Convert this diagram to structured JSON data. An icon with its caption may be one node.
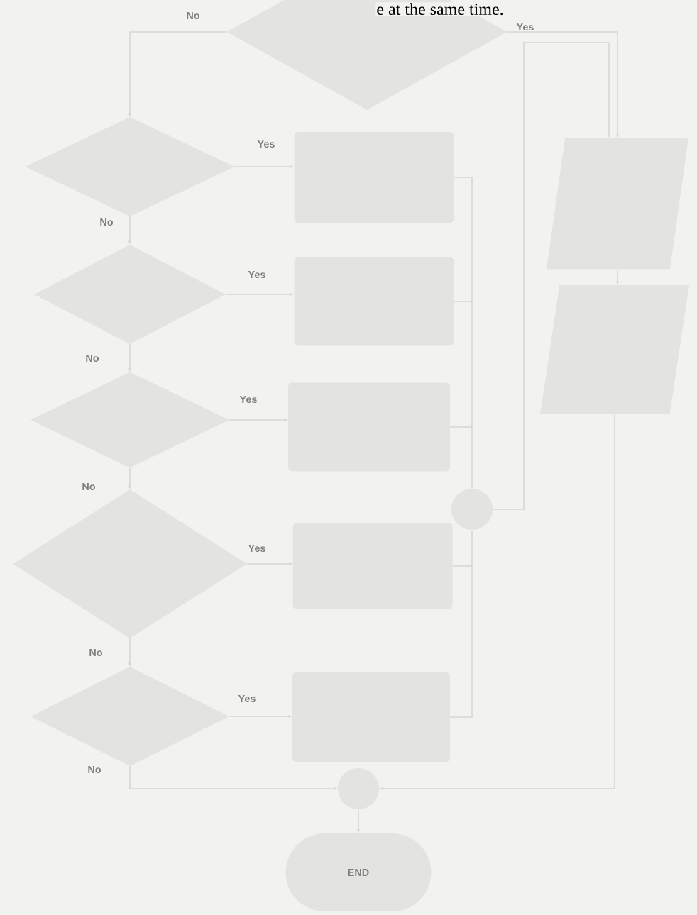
{
  "diagram": {
    "nodes": [
      {
        "text": [],
        "shape": "diamond"
      },
      {
        "text": [],
        "shape": "diamond"
      },
      {
        "text": [],
        "shape": "box"
      },
      {
        "text": [],
        "shape": "diamond"
      },
      {
        "text": [],
        "shape": "box"
      },
      {
        "text": [],
        "shape": "diamond"
      },
      {
        "text": [],
        "shape": "box"
      },
      {
        "text": [],
        "shape": "diamond"
      },
      {
        "text": [],
        "shape": "box"
      },
      {
        "text": [],
        "shape": "diamond"
      },
      {
        "text": [],
        "shape": "box"
      },
      {
        "text": [],
        "shape": "circle"
      },
      {
        "text": [],
        "shape": "parallelogram"
      },
      {
        "text": [],
        "shape": "parallelogram"
      },
      {
        "text": [],
        "shape": "circle"
      },
      {
        "text": [
          "END"
        ]
      }
    ],
    "edges": [
      {
        "from": 0,
        "to": 1,
        "arrow": "to",
        "label": "No"
      },
      {
        "from": 0,
        "to": 12,
        "arrow": "to",
        "label": "Yes"
      },
      {
        "from": 1,
        "to": 2,
        "arrow": "to",
        "label": "Yes"
      },
      {
        "from": 1,
        "to": 3,
        "arrow": "to",
        "label": "No"
      },
      {
        "from": 3,
        "to": 4,
        "arrow": "to",
        "label": "Yes"
      },
      {
        "from": 3,
        "to": 5,
        "arrow": "to",
        "label": "No"
      },
      {
        "from": 5,
        "to": 6,
        "arrow": "to",
        "label": "Yes"
      },
      {
        "from": 5,
        "to": 7,
        "arrow": "to",
        "label": "No"
      },
      {
        "from": 7,
        "to": 8,
        "arrow": "to",
        "label": "Yes"
      },
      {
        "from": 7,
        "to": 9,
        "arrow": "to",
        "label": "No"
      },
      {
        "from": 9,
        "to": 10,
        "arrow": "to",
        "label": "Yes"
      },
      {
        "from": 9,
        "to": 14,
        "arrow": "to",
        "label": "No"
      },
      {
        "from": 2,
        "to": 11,
        "arrow": "to"
      },
      {
        "from": 4,
        "to": 11,
        "arrow": "to"
      },
      {
        "from": 6,
        "to": 11,
        "arrow": "to"
      },
      {
        "from": 8,
        "to": 11,
        "arrow": "to"
      },
      {
        "from": 10,
        "to": 11,
        "arrow": "to"
      },
      {
        "from": 11,
        "to": 12,
        "arrow": "to"
      },
      {
        "from": 12,
        "to": 13,
        "arrow": "to"
      },
      {
        "from": 13,
        "to": 14,
        "arrow": "to"
      },
      {
        "from": 14,
        "to": 15,
        "arrow": "to"
      }
    ],
    "labels": [
      "e at the same time."
    ]
  }
}
